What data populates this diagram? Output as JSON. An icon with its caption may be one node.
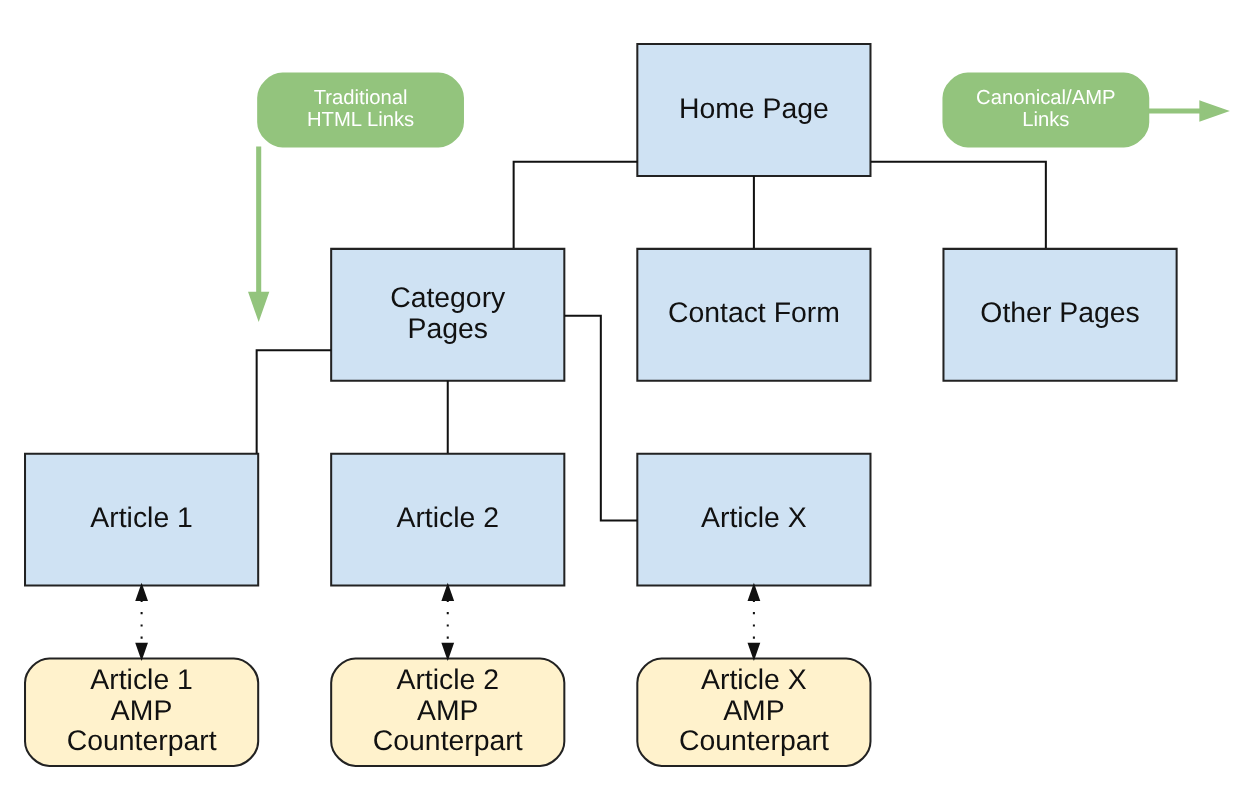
{
  "diagram": {
    "nodes": [
      {
        "text": [
          "Traditional HTML Links"
        ]
      },
      {
        "text": [
          "Home Page"
        ]
      },
      {
        "text": [
          "Category Pages"
        ]
      },
      {
        "text": [
          "Contact Form"
        ]
      },
      {
        "text": [
          "Other Pages"
        ]
      },
      {
        "text": [
          "Article 1"
        ]
      },
      {
        "text": [
          "Article 2"
        ]
      },
      {
        "text": [
          "Article X"
        ]
      },
      {
        "text": [
          "Canonical/AMP Links"
        ]
      },
      {
        "text": [
          "Article 1 AMP Counterpart"
        ]
      },
      {
        "text": [
          "Article 2 AMP Counterpart"
        ]
      },
      {
        "text": [
          "Article X AMP Counterpart"
        ]
      }
    ],
    "edges": [
      {
        "from": 0,
        "to": null,
        "arrow": "to",
        "style": "thick",
        "color": "#93c47d"
      },
      {
        "from": 1,
        "to": 2,
        "arrow": "none"
      },
      {
        "from": 1,
        "to": 3,
        "arrow": "none"
      },
      {
        "from": 1,
        "to": 4,
        "arrow": "none"
      },
      {
        "from": 2,
        "to": 5,
        "arrow": "none"
      },
      {
        "from": 2,
        "to": 6,
        "arrow": "none"
      },
      {
        "from": 2,
        "to": 7,
        "arrow": "none"
      },
      {
        "from": 5,
        "to": 9,
        "arrow": "both",
        "style": "dashed"
      },
      {
        "from": 6,
        "to": 10,
        "arrow": "both",
        "style": "dashed"
      },
      {
        "from": 7,
        "to": 11,
        "arrow": "both",
        "style": "dashed"
      },
      {
        "from": 8,
        "to": null,
        "arrow": "to",
        "style": "thick",
        "color": "#93c47d"
      }
    ]
  }
}
